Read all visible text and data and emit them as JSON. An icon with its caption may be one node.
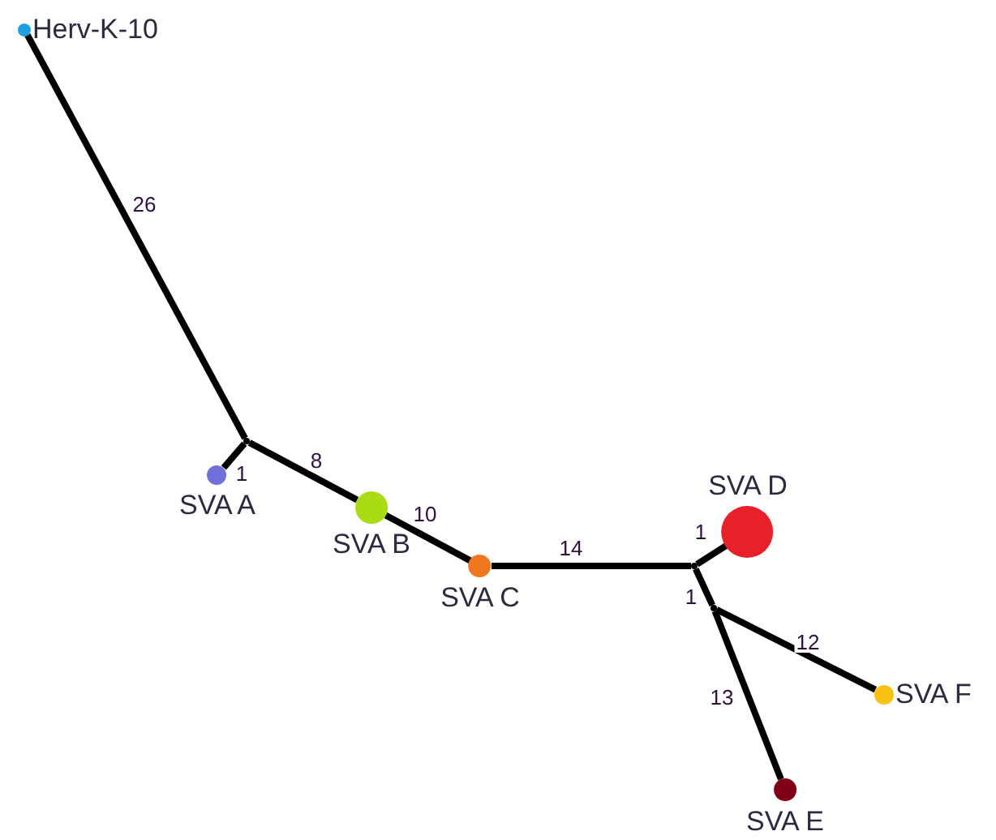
{
  "diagram": {
    "nodes": [
      {
        "text": [
          "Herv-K-10"
        ]
      },
      {
        "text": [],
        "shape": "point"
      },
      {
        "text": [
          "SVA A"
        ]
      },
      {
        "text": [
          "SVA B"
        ]
      },
      {
        "text": [
          "SVA C"
        ]
      },
      {
        "text": [],
        "shape": "point"
      },
      {
        "text": [
          "SVA D"
        ]
      },
      {
        "text": [],
        "shape": "point"
      },
      {
        "text": [
          "SVA F"
        ]
      },
      {
        "text": [
          "SVA E"
        ]
      }
    ],
    "edges": [
      {
        "from": 0,
        "to": 1,
        "arrow": "none",
        "label": "26"
      },
      {
        "from": 1,
        "to": 2,
        "arrow": "none",
        "label": "1"
      },
      {
        "from": 1,
        "to": 3,
        "arrow": "none",
        "label": "8"
      },
      {
        "from": 3,
        "to": 4,
        "arrow": "none",
        "label": "10"
      },
      {
        "from": 4,
        "to": 5,
        "arrow": "none",
        "label": "14"
      },
      {
        "from": 5,
        "to": 6,
        "arrow": "none",
        "label": "1"
      },
      {
        "from": 5,
        "to": 7,
        "arrow": "none",
        "label": "1"
      },
      {
        "from": 7,
        "to": 8,
        "arrow": "none",
        "label": "12"
      },
      {
        "from": 7,
        "to": 9,
        "arrow": "none",
        "label": "13"
      }
    ]
  }
}
